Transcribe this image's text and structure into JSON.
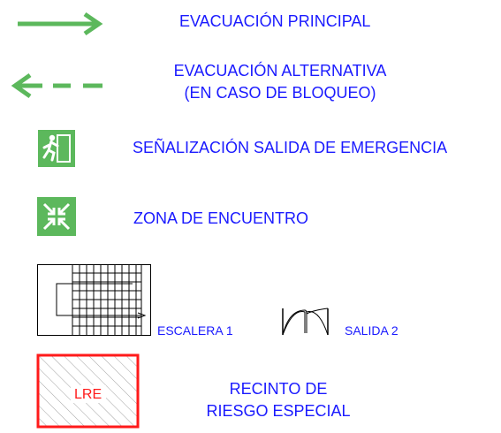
{
  "legend": {
    "main_route": {
      "label": "EVACUACIÓN PRINCIPAL",
      "icon": "solid-green-arrow-icon"
    },
    "alt_route": {
      "label_line1": "EVACUACIÓN ALTERNATIVA",
      "label_line2": "(EN CASO DE BLOQUEO)",
      "icon": "dashed-green-arrow-icon"
    },
    "exit_sign": {
      "label": "SEÑALIZACIÓN SALIDA DE EMERGENCIA",
      "icon": "running-man-exit-icon"
    },
    "meeting_zone": {
      "label": "ZONA DE ENCUENTRO",
      "icon": "assembly-point-icon"
    },
    "stair": {
      "label": "ESCALERA 1",
      "icon": "staircase-icon"
    },
    "exit_door": {
      "label": "SALIDA 2",
      "icon": "double-door-icon"
    },
    "special_risk": {
      "label_line1": "RECINTO DE",
      "label_line2": "RIESGO ESPECIAL",
      "box_text": "LRE",
      "icon": "hatched-red-box-icon"
    }
  },
  "colors": {
    "text": "#1a1aff",
    "green": "#5cb85c",
    "red": "#ff1a1a"
  }
}
